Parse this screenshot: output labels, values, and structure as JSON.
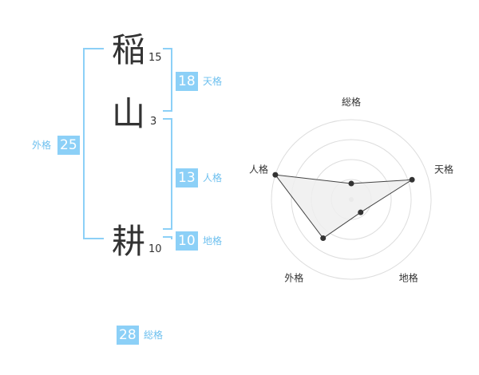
{
  "name": {
    "chars": [
      {
        "char": "稲",
        "strokes": "15"
      },
      {
        "char": "山",
        "strokes": "3"
      },
      {
        "char": "耕",
        "strokes": "10"
      }
    ]
  },
  "fortunes": {
    "ten": {
      "value": "18",
      "label": "天格"
    },
    "jin": {
      "value": "13",
      "label": "人格"
    },
    "chi": {
      "value": "10",
      "label": "地格"
    },
    "gai": {
      "value": "25",
      "label": "外格"
    },
    "sou": {
      "value": "28",
      "label": "総格"
    }
  },
  "chart_data": {
    "type": "radar",
    "axes": [
      "総格",
      "天格",
      "地格",
      "外格",
      "人格"
    ],
    "values": [
      0.2,
      0.8,
      0.2,
      0.6,
      1.0
    ],
    "scale": [
      0,
      1
    ],
    "rings": 4,
    "colors": {
      "fill": "#efefef",
      "stroke": "#444444",
      "grid": "#dddddd",
      "point": "#333333"
    }
  }
}
